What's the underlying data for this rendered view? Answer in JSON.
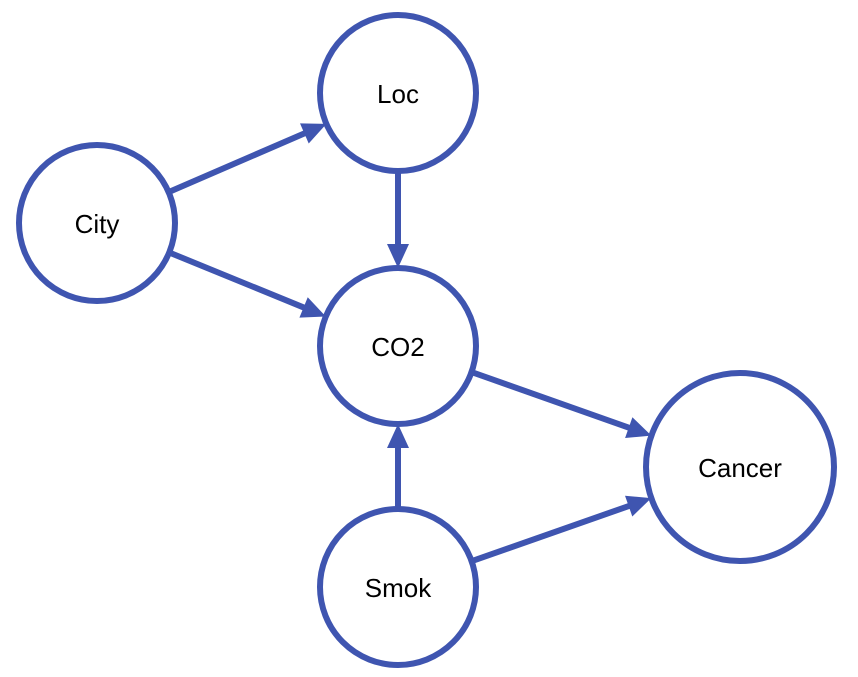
{
  "diagram": {
    "type": "directed-graph",
    "colors": {
      "stroke": "#3f55b0",
      "text": "#000000",
      "background": "#ffffff"
    },
    "nodes": [
      {
        "id": "city",
        "label": "City"
      },
      {
        "id": "loc",
        "label": "Loc"
      },
      {
        "id": "co2",
        "label": "CO2"
      },
      {
        "id": "smok",
        "label": "Smok"
      },
      {
        "id": "cancer",
        "label": "Cancer"
      }
    ],
    "edges": [
      {
        "from": "city",
        "to": "loc"
      },
      {
        "from": "city",
        "to": "co2"
      },
      {
        "from": "loc",
        "to": "co2"
      },
      {
        "from": "smok",
        "to": "co2"
      },
      {
        "from": "co2",
        "to": "cancer"
      },
      {
        "from": "smok",
        "to": "cancer"
      }
    ]
  }
}
